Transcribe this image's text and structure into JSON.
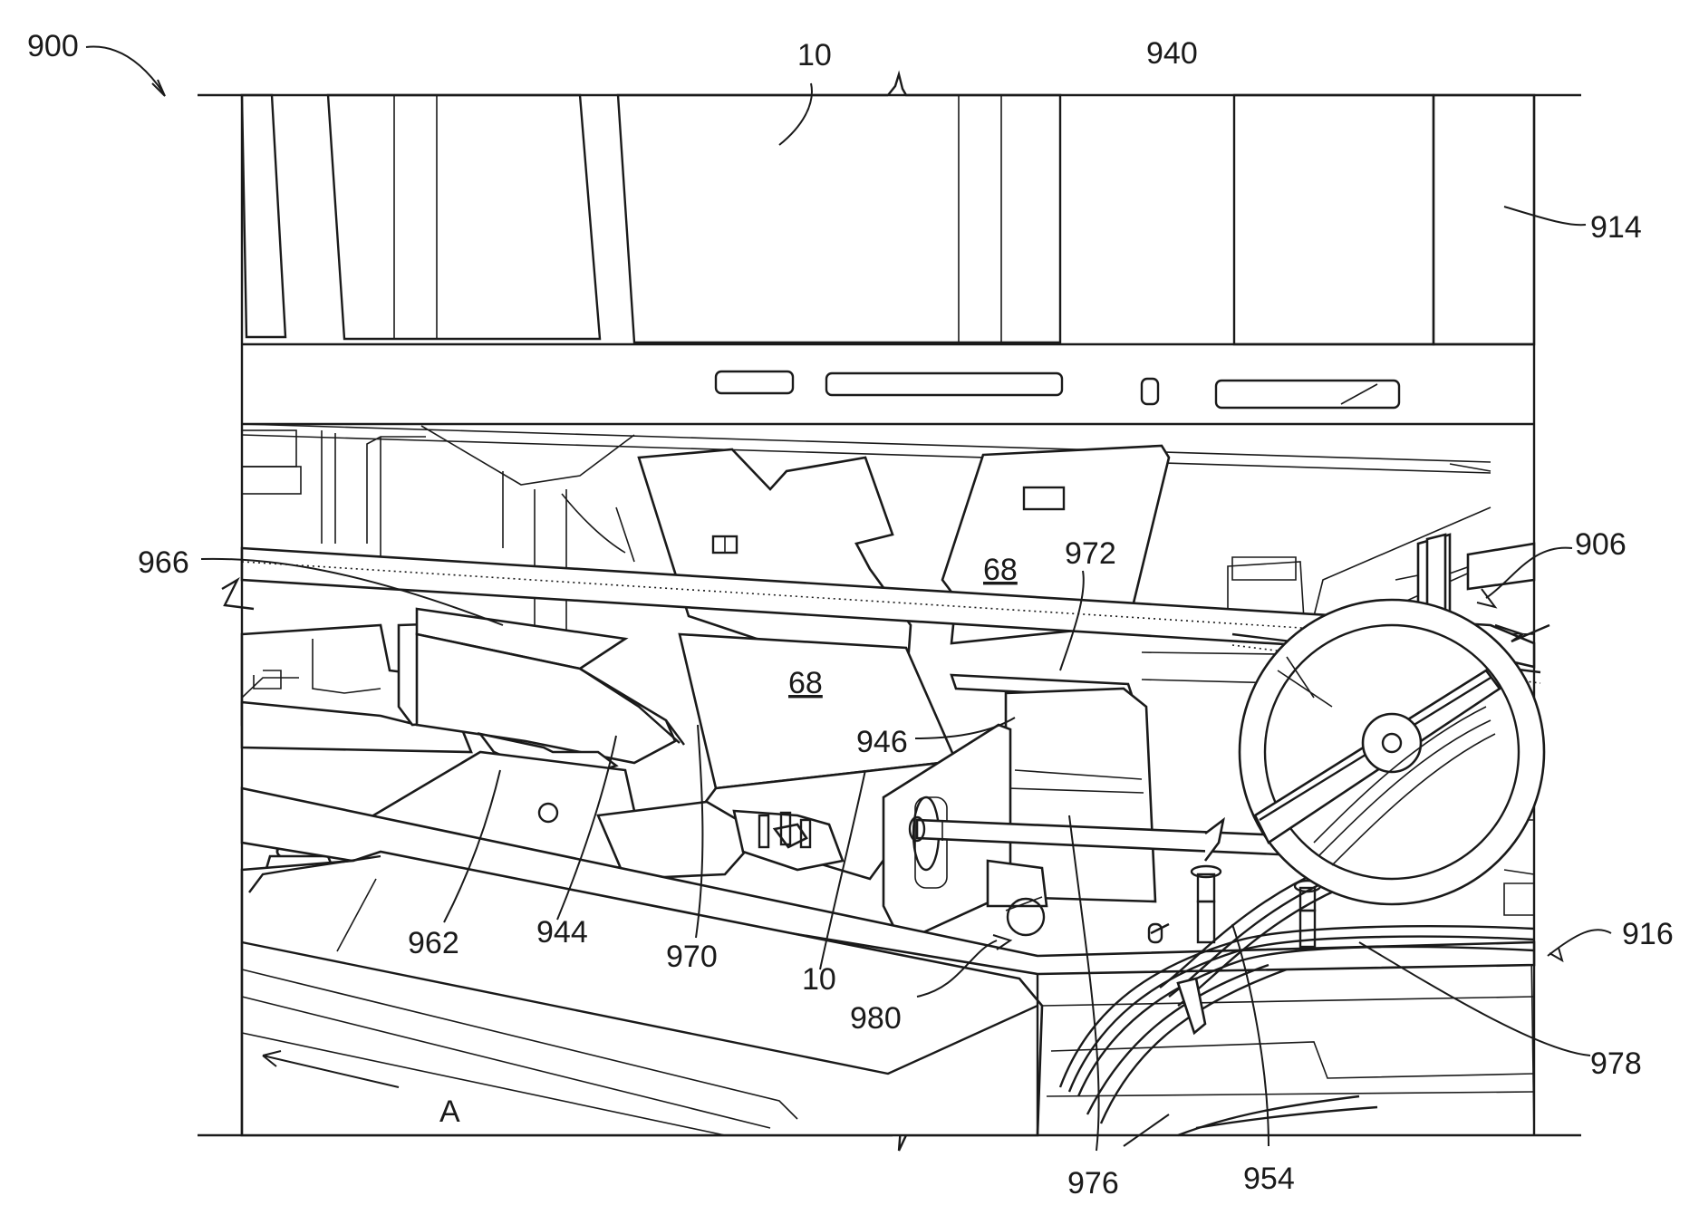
{
  "figure": {
    "labels": {
      "l900": "900",
      "l10_top": "10",
      "l940": "940",
      "l914": "914",
      "l966": "966",
      "l906": "906",
      "l68_upper": "68",
      "l972": "972",
      "l68_lower": "68",
      "l946": "946",
      "l916": "916",
      "l962": "962",
      "l944": "944",
      "l970": "970",
      "l10_bottom": "10",
      "l980": "980",
      "l978": "978",
      "l976": "976",
      "l954": "954",
      "lA": "A"
    }
  }
}
